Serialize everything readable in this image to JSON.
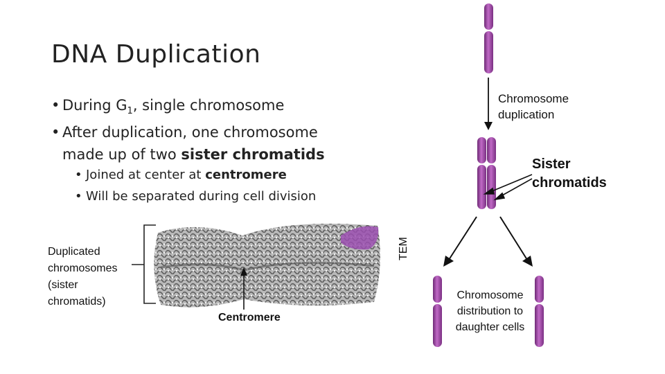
{
  "title": "DNA Duplication",
  "bullets": {
    "b1_prefix": "During G",
    "b1_sub": "1",
    "b1_suffix": ", single chromosome",
    "b2_line1": "After duplication, one chromosome",
    "b2_line2_prefix": "made up of two ",
    "b2_line2_bold": "sister chromatids",
    "s1_prefix": "Joined at center at ",
    "s1_bold": "centromere",
    "s2": "Will be separated during cell division"
  },
  "figure": {
    "duplicated_label": [
      "Duplicated",
      "chromosomes",
      "(sister",
      "chromatids)"
    ],
    "centromere_label": "Centromere",
    "tem_label": "TEM",
    "chromosome_duplication": [
      "Chromosome",
      "duplication"
    ],
    "sister_chromatids": [
      "Sister",
      "chromatids"
    ],
    "distribution": [
      "Chromosome",
      "distribution to",
      "daughter cells"
    ],
    "colors": {
      "chromosome": "#a14aa8",
      "chromosome_dark": "#6e2a75",
      "micrograph": "#8c8c8c"
    }
  }
}
